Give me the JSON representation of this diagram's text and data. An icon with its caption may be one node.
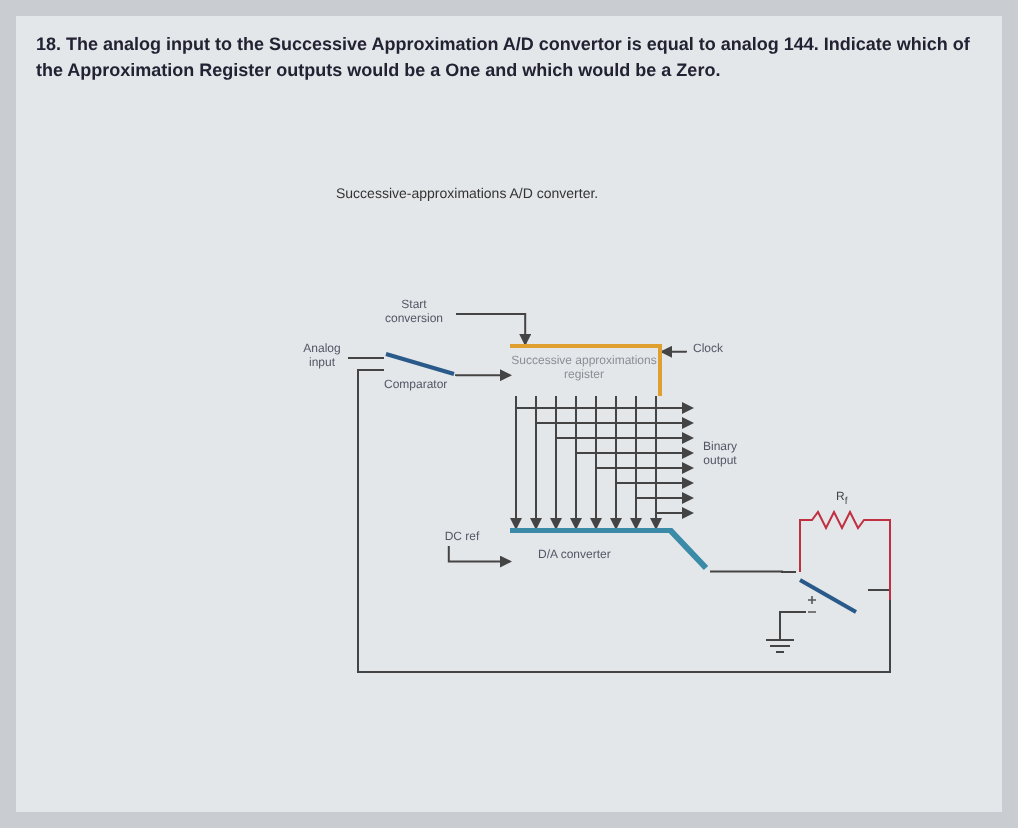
{
  "diagram": {
    "title": "18. The analog input to the Successive Approximation A/D convertor is equal to analog 144. Indicate which of the Approximation Register outputs would be a One and which would be a Zero.",
    "nodes": [
      {
        "text": [
          "Start conversion"
        ]
      },
      {
        "text": [
          "Successive approximations register"
        ]
      },
      {
        "text": [
          "Analog input"
        ]
      },
      {
        "text": [
          "Comparator"
        ]
      },
      {
        "text": [
          "Clock"
        ]
      },
      {
        "text": [
          "D/A converter"
        ]
      },
      {
        "text": [
          "DC ref"
        ]
      },
      {
        "text": [
          "Binary output"
        ]
      },
      {
        "text": [],
        "shape": "triangle"
      }
    ],
    "edges": [
      {
        "from": 0,
        "to": 1,
        "arrow": "to"
      },
      {
        "from": 2,
        "to": 3,
        "arrow": "none"
      },
      {
        "from": 3,
        "to": 1,
        "arrow": "to"
      },
      {
        "from": 4,
        "to": 1,
        "arrow": "to"
      },
      {
        "from": 1,
        "to": 5,
        "arrow": "to"
      },
      {
        "from": 1,
        "to": 5,
        "arrow": "to"
      },
      {
        "from": 1,
        "to": 5,
        "arrow": "to"
      },
      {
        "from": 1,
        "to": 5,
        "arrow": "to"
      },
      {
        "from": 1,
        "to": 5,
        "arrow": "to"
      },
      {
        "from": 1,
        "to": 5,
        "arrow": "to"
      },
      {
        "from": 1,
        "to": 5,
        "arrow": "to"
      },
      {
        "from": 1,
        "to": 5,
        "arrow": "to"
      },
      {
        "from": 1,
        "to": 7,
        "arrow": "to"
      },
      {
        "from": 1,
        "to": 7,
        "arrow": "to"
      },
      {
        "from": 1,
        "to": 7,
        "arrow": "to"
      },
      {
        "from": 1,
        "to": 7,
        "arrow": "to"
      },
      {
        "from": 1,
        "to": 7,
        "arrow": "to"
      },
      {
        "from": 1,
        "to": 7,
        "arrow": "to"
      },
      {
        "from": 1,
        "to": 7,
        "arrow": "to"
      },
      {
        "from": 1,
        "to": 7,
        "arrow": "to"
      },
      {
        "from": 6,
        "to": 5,
        "arrow": "to"
      },
      {
        "from": 5,
        "to": 8,
        "arrow": "none"
      },
      {
        "from": 8,
        "to": 3,
        "arrow": "none"
      }
    ],
    "labels": [
      "Successive-approximations A/D converter.",
      "R$_{f}$"
    ]
  }
}
